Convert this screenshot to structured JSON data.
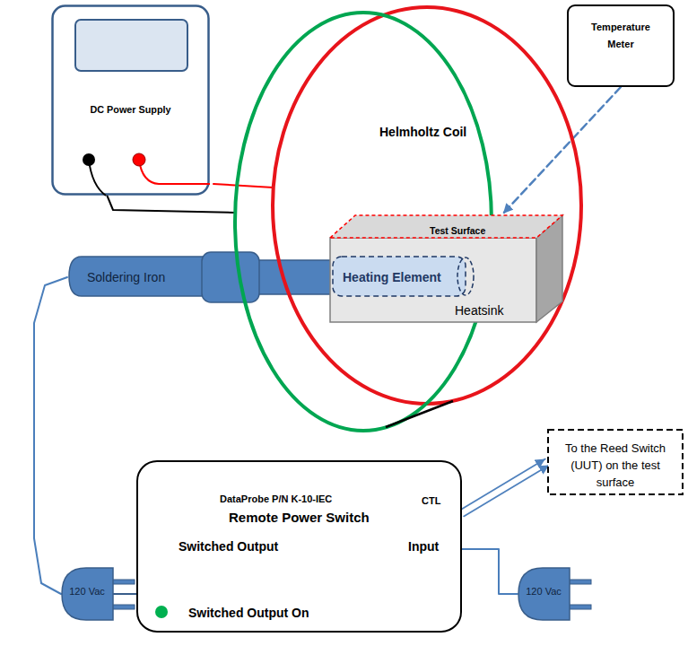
{
  "diagram": {
    "nodes": [
      {
        "text": [
          "DC Power Supply"
        ]
      },
      {
        "text": [
          "Temperature Meter"
        ]
      },
      {
        "text": [
          "Helmholtz Coil"
        ]
      },
      {
        "text": [
          "Test Surface",
          "Heatsink"
        ],
        "in": 2
      },
      {
        "text": [
          "Heating Element"
        ],
        "in": 3
      },
      {
        "text": [
          "Soldering Iron"
        ]
      },
      {
        "text": [
          "DataProbe P/N K-10-IEC",
          "Remote Power Switch",
          "Switched Output",
          "Input",
          "CTL",
          "Switched Output On"
        ]
      },
      {
        "text": [
          "To the Reed Switch (UUT) on the test surface"
        ]
      },
      {
        "text": [
          "120 Vac"
        ]
      },
      {
        "text": [
          "120 Vac"
        ]
      }
    ],
    "edges": [
      {
        "from": 0,
        "to": 2,
        "arrow": "none"
      },
      {
        "from": 0,
        "to": 2,
        "arrow": "none"
      },
      {
        "from": 1,
        "to": 3,
        "arrow": "to"
      },
      {
        "from": 5,
        "to": 8,
        "arrow": "none"
      },
      {
        "from": 8,
        "to": 6,
        "arrow": "none"
      },
      {
        "from": 6,
        "to": 9,
        "arrow": "none"
      },
      {
        "from": 6,
        "to": 7,
        "arrow": "to"
      }
    ]
  }
}
